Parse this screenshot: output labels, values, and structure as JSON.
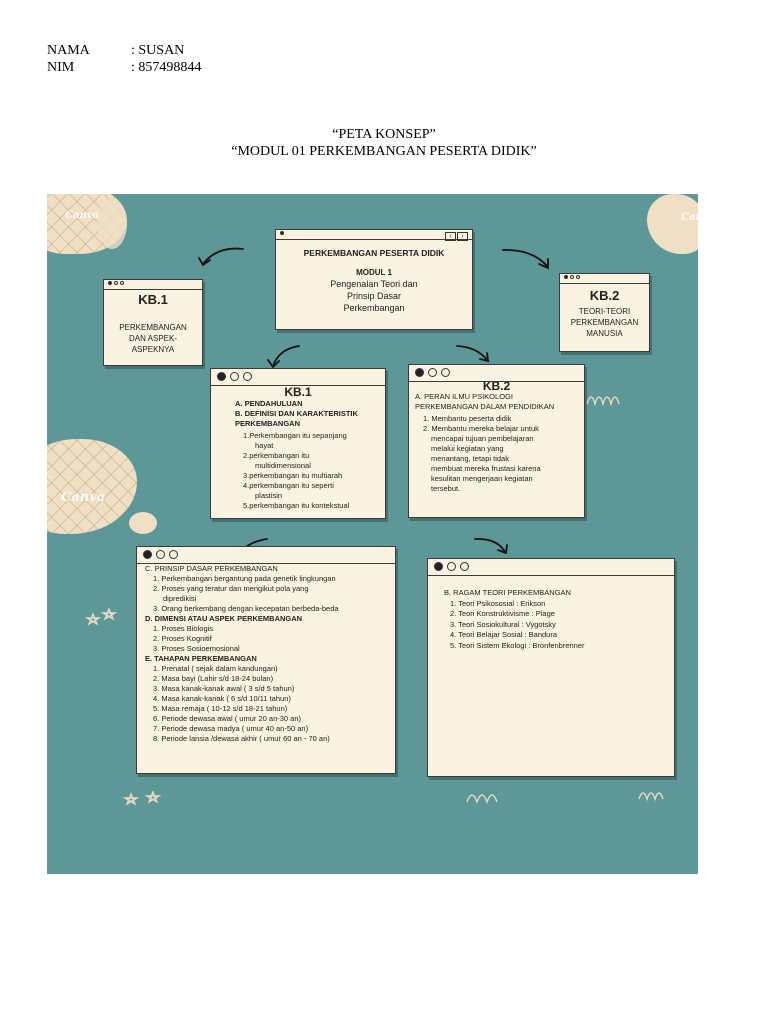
{
  "header": {
    "nama_label": "NAMA",
    "nama_value": ": SUSAN",
    "nim_label": "NIM",
    "nim_value": ": 857498844"
  },
  "title": {
    "line1": "“PETA KONSEP”",
    "line2": "“MODUL 01 PERKEMBANGAN PESERTA DIDIK”"
  },
  "poster": {
    "watermark": "Canva",
    "colors": {
      "background": "#5e9797",
      "card": "#fbf3e1",
      "blob": "#efdfc4"
    },
    "main_card": {
      "heading": "PERKEMBANGAN PESERTA DIDIK",
      "modul": "MODUL 1",
      "lines": [
        "Pengenalan Teori dan",
        "Prinsip Dasar",
        "Perkembangan"
      ]
    },
    "kb1_small": {
      "heading": "KB.1",
      "lines": [
        "PERKEMBANGAN",
        "DAN ASPEK-",
        "ASPEKNYA"
      ]
    },
    "kb2_small": {
      "heading": "KB.2",
      "lines": [
        "TEORI-TEORI",
        "PERKEMBANGAN",
        "MANUSIA"
      ]
    },
    "kb1_card": {
      "heading": "KB.1",
      "items": [
        "A. PENDAHULUAN",
        "B. DEFINISI DAN KARAKTERISTIK",
        "PERKEMBANGAN"
      ],
      "list": [
        "1.Perkembangan itu sepanjang",
        "hayat",
        "2.perkembangan itu",
        "multidimensional",
        "3.perkembangan itu multiarah",
        "4.perkembangan itu seperti",
        "plastisin",
        "5.perkembangan itu kontekstual"
      ]
    },
    "kb2_card": {
      "heading": "KB.2",
      "items": [
        "A.  PERAN ILMU PSIKOLOGI",
        "PERKEMBANGAN DALAM PENDIDIKAN"
      ],
      "list": [
        "1.  Membantu peserta didik",
        "2.  Membantu mereka belajar untuk",
        "mencapai tujuan pembelajaran",
        "melalui kegiatan yang",
        "menantang, tetapi tidak",
        "membuat mereka frustasi karena",
        "kesulitan mengerjaan kegiatan",
        "tersebut."
      ]
    },
    "left_bottom": {
      "c_heading": "C. PRINSIP DASAR PERKEMBANGAN",
      "c_list": [
        "1. Perkembangan bergantung pada genetik lingkungan",
        "2. Proses yang teratur dan mengikut pola yang",
        "dipredikisi",
        "3. Orang berkembang dengan kecepatan berbeda-beda"
      ],
      "d_heading": "D. DIMENSI ATAU ASPEK  PERKEMBANGAN",
      "d_list": [
        "1. Proses Biologis",
        "2. Proses Kognitif",
        "3. Proses Sosioemosional"
      ],
      "e_heading": "E. TAHAPAN PERKEMBANGAN",
      "e_list": [
        "1.  Prenatal ( sejak dalam kandungan)",
        "2. Masa bayi (Lahir s/d 18-24 bulan)",
        "3. Masa kanak-kanak awal ( 3 s/d 5 tahun)",
        "4. Masa kanak-kanak ( 6 s/d 10/11 tahun)",
        "5. Masa remaja ( 10-12 s/d 18-21 tahun)",
        "6. Periode dewasa awal ( umur 20 an-30 an)",
        "7. Periode dewasa madya ( umur 40 an-50 an)",
        "8. Periode lansia /dewasa akhir ( umur 60 an - 70 an)"
      ]
    },
    "right_bottom": {
      "heading": "B. RAGAM TEORI PERKEMBANGAN",
      "list": [
        "1.  Teori Psikososial : Erikson",
        "2.  Teori Konstruktivisme : Piage",
        "3.  Teori Sosiokultural : Vygotsky",
        "4.  Teori Belajar Sosial : Bandura",
        "5.  Teori Sistem Ekologi : Bronfenbrenner"
      ]
    }
  }
}
